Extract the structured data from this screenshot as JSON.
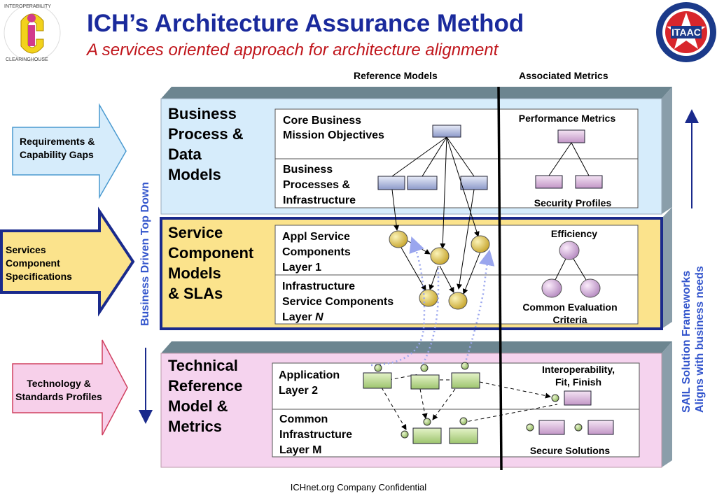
{
  "header": {
    "title": "ICH’s Architecture Assurance Method",
    "subtitle": "A services oriented approach for architecture alignment"
  },
  "columns": {
    "reference_models": "Reference Models",
    "associated_metrics": "Associated Metrics"
  },
  "logos": {
    "left_text_top": "INTEROPERABILITY",
    "left_text_bottom": "CLEARINGHOUSE",
    "right_text": "ITAAC"
  },
  "left_arrows": {
    "requirements": "Requirements & Capability Gaps",
    "services": "Services Component Specifications",
    "technology": "Technology & Standards Profiles"
  },
  "vertical": {
    "left": "Business Driven Top Down",
    "right_line1": "SAIL Solution Frameworks",
    "right_line2": "Aligns with business needs"
  },
  "layers": {
    "business": {
      "title": [
        "Business",
        "Process &",
        "Data",
        "Models"
      ],
      "box1": [
        "Core Business",
        "Mission Objectives"
      ],
      "box2": [
        "Business",
        "Processes &",
        "Infrastructure"
      ],
      "metric_top": "Performance Metrics",
      "metric_bottom": "Security Profiles"
    },
    "service": {
      "title": [
        "Service",
        "Component",
        "Models",
        "& SLAs"
      ],
      "box1": [
        "Appl Service",
        "Components",
        "Layer 1"
      ],
      "box2": [
        "Infrastructure",
        "Service Components",
        "Layer"
      ],
      "box2_suffix": "N",
      "metric_top": "Efficiency",
      "metric_bottom": [
        "Common Evaluation",
        "Criteria"
      ]
    },
    "technical": {
      "title": [
        "Technical",
        "Reference",
        "Model &",
        "Metrics"
      ],
      "box1": [
        "Application",
        "Layer 2"
      ],
      "box2": [
        "Common",
        "Infrastructure",
        "Layer M"
      ],
      "metric_top": [
        "Interoperability,",
        "Fit, Finish"
      ],
      "metric_bottom": "Secure Solutions"
    }
  },
  "footer": "ICHnet.org Company Confidential",
  "colors": {
    "title": "#1a2a9c",
    "subtitle": "#c0151b",
    "business_panel": "#d6ecfb",
    "service_panel": "#fbe38c",
    "technical_panel": "#f5d3ee",
    "panel_top": "#6c8590",
    "arrow_blue": "#d6ecfb",
    "arrow_yellow": "#fbe38c",
    "arrow_pink": "#f7d0ea",
    "vertical_text": "#3355cc"
  }
}
